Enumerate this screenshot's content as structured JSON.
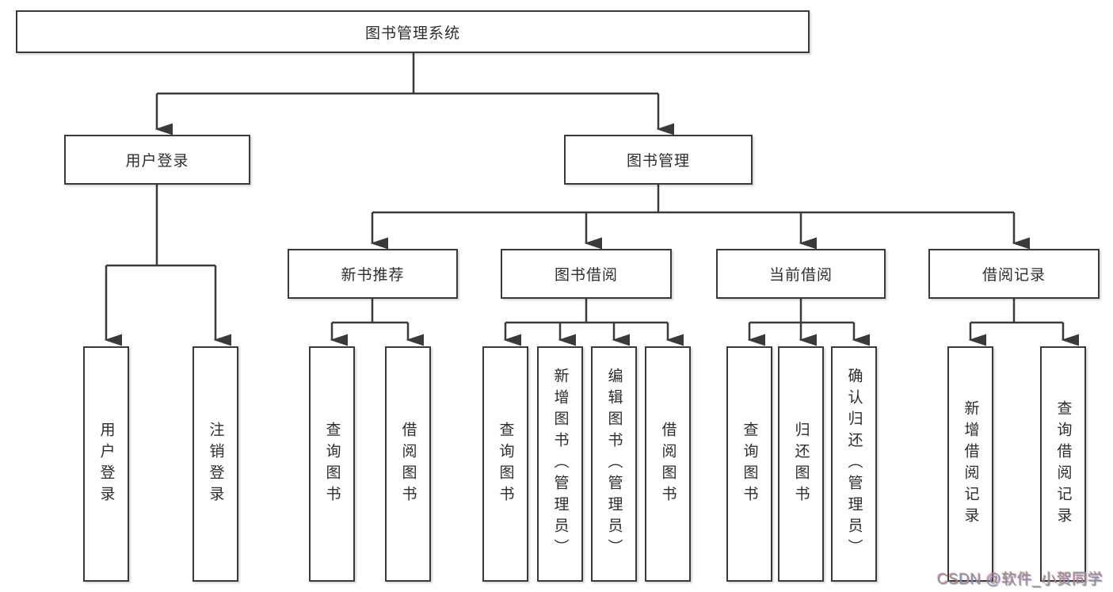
{
  "root": {
    "label": "图书管理系统"
  },
  "branches": [
    {
      "label": "用户登录",
      "children": [
        {
          "label": "用户登录"
        },
        {
          "label": "注销登录"
        }
      ]
    },
    {
      "label": "图书管理",
      "children": [
        {
          "label": "新书推荐",
          "children": [
            {
              "label": "查询图书"
            },
            {
              "label": "借阅图书"
            }
          ]
        },
        {
          "label": "图书借阅",
          "children": [
            {
              "label": "查询图书"
            },
            {
              "label": "新增图书（管理员）"
            },
            {
              "label": "编辑图书（管理员）"
            },
            {
              "label": "借阅图书"
            }
          ]
        },
        {
          "label": "当前借阅",
          "children": [
            {
              "label": "查询图书"
            },
            {
              "label": "归还图书"
            },
            {
              "label": "确认归还（管理员）"
            }
          ]
        },
        {
          "label": "借阅记录",
          "children": [
            {
              "label": "新增借阅记录"
            },
            {
              "label": "查询借阅记录"
            }
          ]
        }
      ]
    }
  ],
  "watermark": {
    "text": "CSDN @软件_小贺同学"
  },
  "colors": {
    "line": "#3a3a3a",
    "box_border": "#3a3a3a",
    "text": "#2d2d2d",
    "watermark": "#8f8f8f",
    "background": "#ffffff"
  }
}
